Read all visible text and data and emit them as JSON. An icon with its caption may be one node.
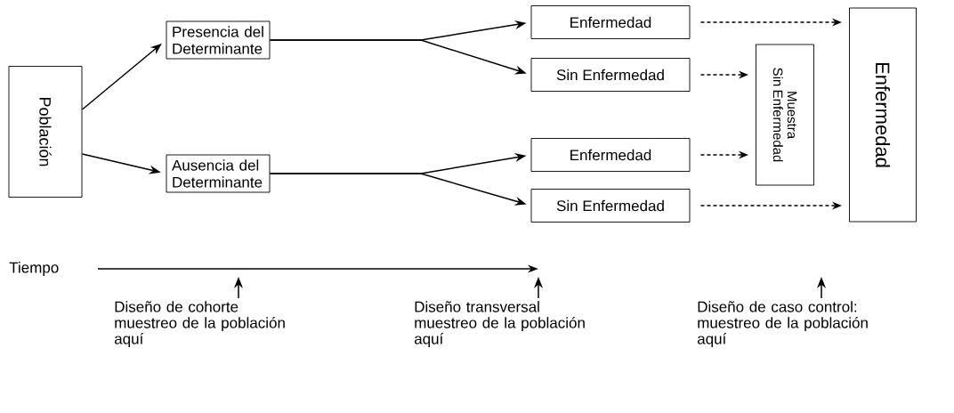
{
  "diagram": {
    "nodes": [
      {
        "text": [
          "Población"
        ]
      },
      {
        "text": [
          "Presencia del Determinante"
        ]
      },
      {
        "text": [
          "Ausencia del Determinante"
        ]
      },
      {
        "text": [
          "Enfermedad"
        ]
      },
      {
        "text": [
          "Sin Enfermedad"
        ]
      },
      {
        "text": [
          "Enfermedad"
        ]
      },
      {
        "text": [
          "Sin Enfermedad"
        ]
      },
      {
        "text": [
          "Muestra Sin Enfermedad"
        ]
      },
      {
        "text": [
          "Enfermedad"
        ]
      },
      {
        "text": [
          "Diseño de cohorte muestreo de la población aquí"
        ]
      },
      {
        "text": [
          "Diseño transversal muestreo de la población aquí"
        ]
      },
      {
        "text": [
          "Diseño de caso control: muestreo de la población aquí"
        ]
      }
    ],
    "edges": [
      {
        "from": 0,
        "to": 1,
        "arrow": "to"
      },
      {
        "from": 0,
        "to": 2,
        "arrow": "to"
      },
      {
        "from": 1,
        "to": 3,
        "arrow": "to"
      },
      {
        "from": 1,
        "to": 4,
        "arrow": "to"
      },
      {
        "from": 2,
        "to": 5,
        "arrow": "to"
      },
      {
        "from": 2,
        "to": 6,
        "arrow": "to"
      },
      {
        "from": 3,
        "to": 8,
        "arrow": "to",
        "style": "dashed"
      },
      {
        "from": 4,
        "to": 7,
        "arrow": "to",
        "style": "dashed"
      },
      {
        "from": 5,
        "to": 7,
        "arrow": "to",
        "style": "dashed"
      },
      {
        "from": 6,
        "to": 8,
        "arrow": "to",
        "style": "dashed"
      },
      {
        "from": 9,
        "to": null,
        "arrow": "to"
      },
      {
        "from": 10,
        "to": null,
        "arrow": "to"
      },
      {
        "from": 11,
        "to": null,
        "arrow": "to"
      }
    ],
    "labels": [
      "Tiempo"
    ]
  }
}
